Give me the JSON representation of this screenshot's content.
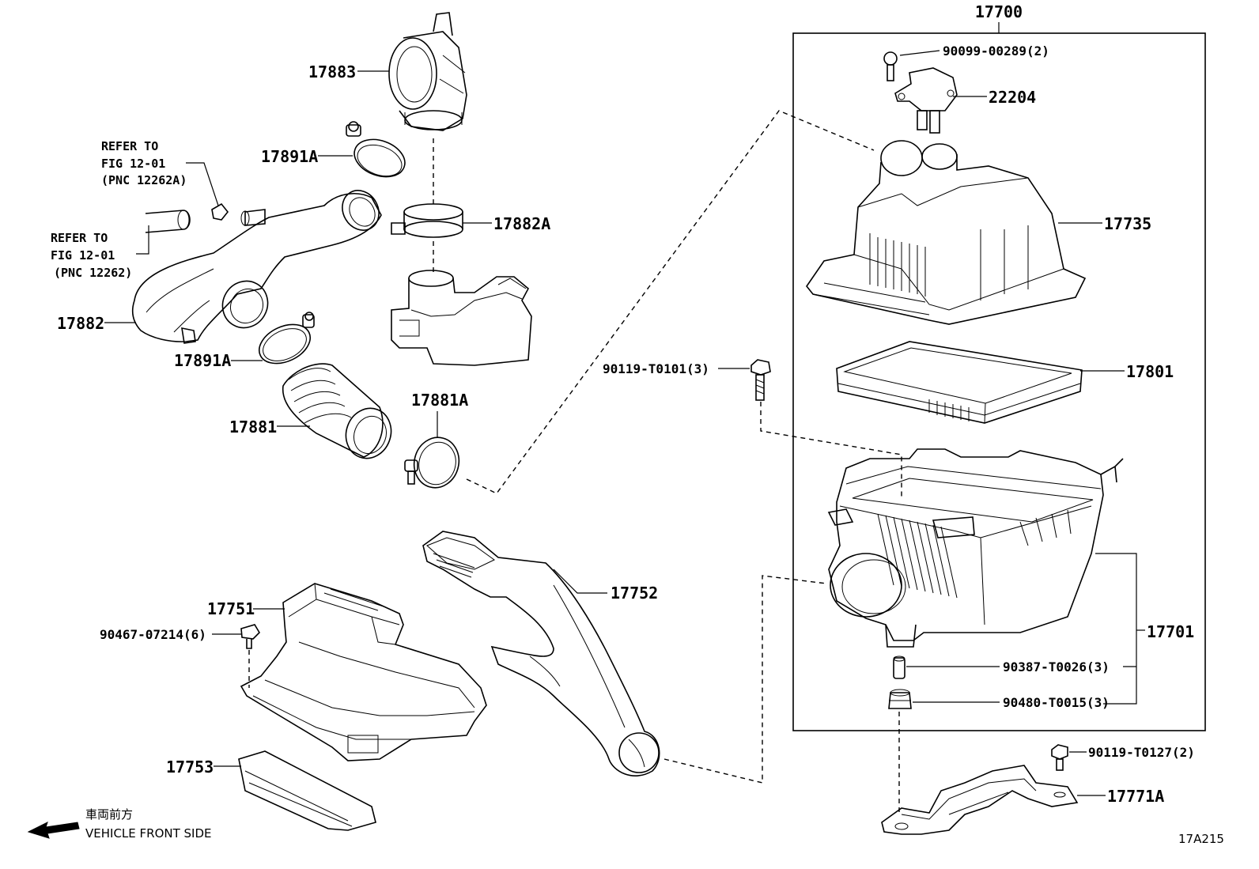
{
  "assembly": {
    "number": "17700"
  },
  "labels": {
    "p17883": "17883",
    "p17891a_top": "17891A",
    "p17882a": "17882A",
    "p17882": "17882",
    "p17891a_bottom": "17891A",
    "p17881": "17881",
    "p17881a": "17881A",
    "p17751": "17751",
    "p17752": "17752",
    "p17753": "17753",
    "p90467": "90467-07214(6)",
    "p90119_t0101": "90119-T0101(3)",
    "p90099": "90099-00289(2)",
    "p22204": "22204",
    "p17735": "17735",
    "p17801": "17801",
    "p17701": "17701",
    "p90387": "90387-T0026(3)",
    "p90480": "90480-T0015(3)",
    "p90119_t0127": "90119-T0127(2)",
    "p17771a": "17771A"
  },
  "references": {
    "ref1_line1": "REFER TO",
    "ref1_line2": "FIG 12-01",
    "ref1_line3": "(PNC 12262A)",
    "ref2_line1": "REFER TO",
    "ref2_line2": "FIG 12-01",
    "ref2_line3": "(PNC 12262)"
  },
  "footer": {
    "direction_jp": "車両前方",
    "direction_en": "VEHICLE FRONT SIDE",
    "figure_code": "17A215"
  }
}
